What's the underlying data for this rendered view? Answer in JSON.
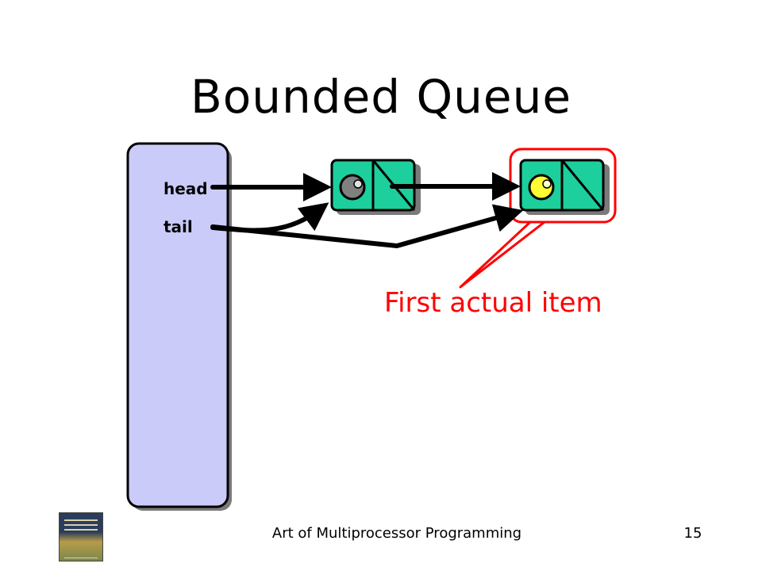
{
  "slide": {
    "title": "Bounded Queue",
    "footer": "Art of Multiprocessor Programming",
    "page_number": "15"
  },
  "queue_object": {
    "fields": [
      "head",
      "tail"
    ]
  },
  "callout": {
    "text": "First actual item"
  },
  "colors": {
    "queue_fill": "#cbcbfa",
    "node_fill": "#1ccf9c",
    "sentinel_value": "#808080",
    "item_value": "#ffff33",
    "callout": "#ff0000"
  },
  "icons": {
    "book_cover": "book-cover-icon"
  }
}
